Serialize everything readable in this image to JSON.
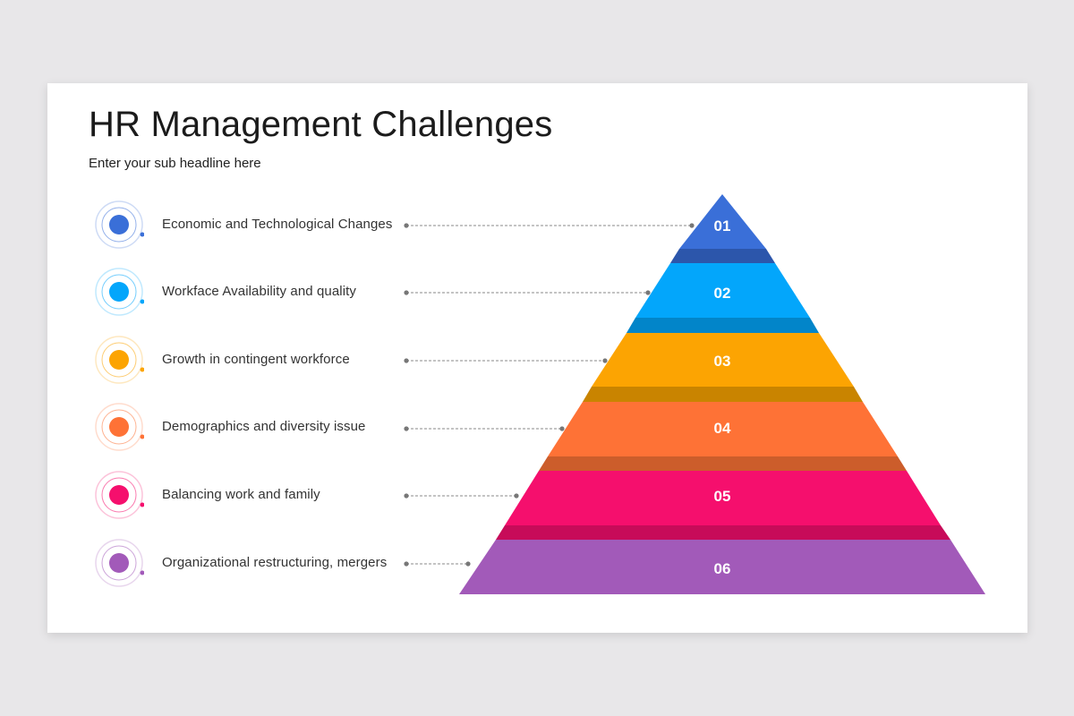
{
  "title": "HR Management Challenges",
  "subtitle": "Enter your sub headline here",
  "items": [
    {
      "label": "Economic and Technological  Changes",
      "number": "01",
      "color": "#3a6fd8"
    },
    {
      "label": "Workface Availability and quality",
      "number": "02",
      "color": "#03a6fb"
    },
    {
      "label": "Growth in contingent workforce",
      "number": "03",
      "color": "#fca402"
    },
    {
      "label": "Demographics and diversity issue",
      "number": "04",
      "color": "#fe7236"
    },
    {
      "label": "Balancing work and family",
      "number": "05",
      "color": "#f50f6d"
    },
    {
      "label": "Organizational restructuring, mergers",
      "number": "06",
      "color": "#a25ab9"
    }
  ]
}
